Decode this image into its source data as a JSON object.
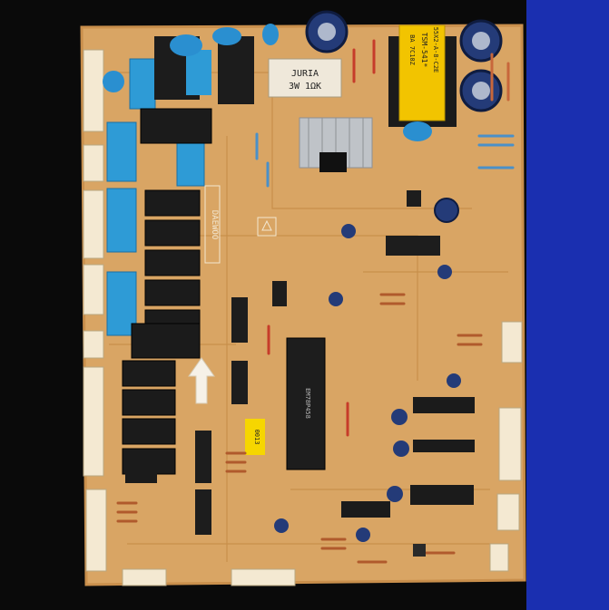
{
  "photo": {
    "background": "#0a0a0a",
    "sidebar_color": "#1a2fb0",
    "board_color": "#d9a564",
    "board_edge": "#c98f4c"
  },
  "labels": {
    "resistor_top": "JURIA",
    "resistor_bottom": "3W 1ΩK",
    "transformer_line1": "TSM-541*",
    "transformer_line2": "55X2-A-8-C2E",
    "transformer_line3": "BA 7C10Z",
    "silkscreen_brand": "DAEWOO",
    "ic_label": "EM78P458",
    "sticker_text": "0013"
  },
  "icons": {
    "arrow": "up-arrow-icon",
    "recycle": "recycle-icon"
  }
}
